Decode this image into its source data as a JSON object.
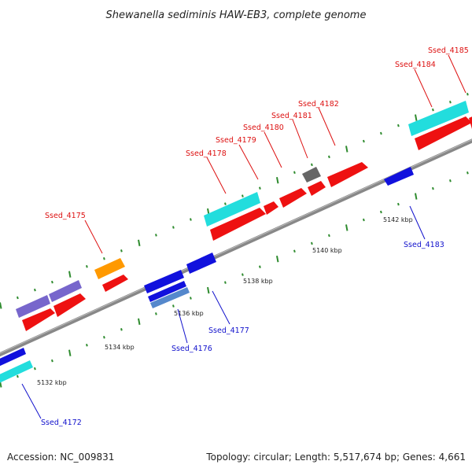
{
  "title": "Shewanella sediminis HAW-EB3, complete genome",
  "footer": {
    "accession": "Accession: NC_009831",
    "topology": "Topology: circular; Length: 5,517,674 bp; Genes: 4,661"
  },
  "colors": {
    "backbone": "#888888",
    "ticks": "#2e8b2e",
    "forward_label": "#dd1111",
    "reverse_label": "#1111cc",
    "red": "#ee1111",
    "blue": "#1111dd",
    "cyan": "#22dddd",
    "orange": "#ff9900",
    "slate": "#7766cc",
    "grey": "#666666",
    "steel": "#5588cc"
  },
  "ticks": [
    {
      "label": "5132 kbp"
    },
    {
      "label": "5134 kbp"
    },
    {
      "label": "5136 kbp"
    },
    {
      "label": "5138 kbp"
    },
    {
      "label": "5140 kbp"
    },
    {
      "label": "5142 kbp"
    }
  ],
  "genes": [
    {
      "label": "Ssed_4172",
      "strand": "reverse"
    },
    {
      "label": "Ssed_4175",
      "strand": "forward"
    },
    {
      "label": "Ssed_4176",
      "strand": "reverse"
    },
    {
      "label": "Ssed_4177",
      "strand": "reverse"
    },
    {
      "label": "Ssed_4178",
      "strand": "forward"
    },
    {
      "label": "Ssed_4179",
      "strand": "forward"
    },
    {
      "label": "Ssed_4180",
      "strand": "forward"
    },
    {
      "label": "Ssed_4181",
      "strand": "forward"
    },
    {
      "label": "Ssed_4182",
      "strand": "forward"
    },
    {
      "label": "Ssed_4183",
      "strand": "reverse"
    },
    {
      "label": "Ssed_4184",
      "strand": "forward"
    },
    {
      "label": "Ssed_4185",
      "strand": "forward"
    }
  ]
}
